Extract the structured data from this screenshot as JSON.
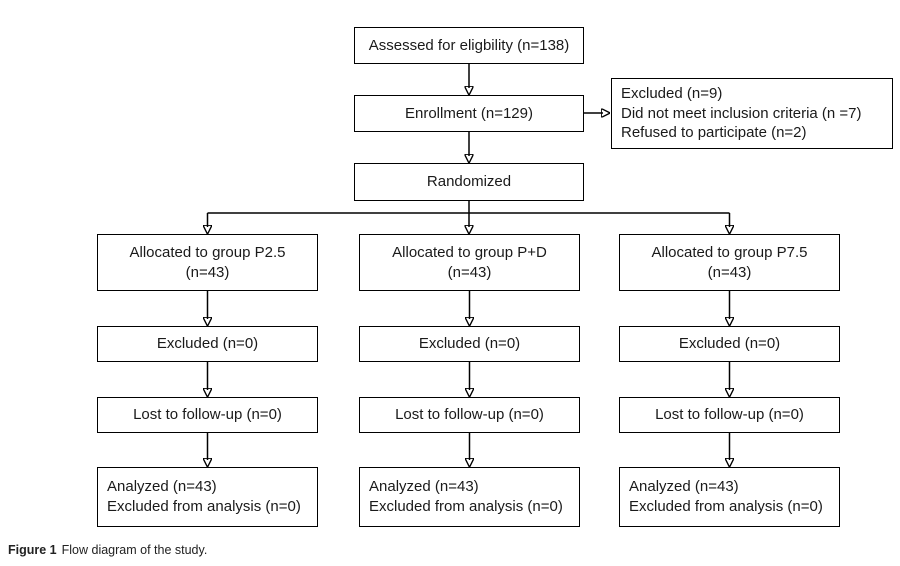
{
  "colors": {
    "line": "#000000",
    "background": "#ffffff"
  },
  "flow": {
    "assessed": "Assessed for eligbility (n=138)",
    "enrollment": "Enrollment (n=129)",
    "excluded_note": {
      "line1": "Excluded (n=9)",
      "line2": "Did not meet inclusion criteria (n =7)",
      "line3": "Refused to participate (n=2)"
    },
    "randomized": "Randomized",
    "columns": [
      {
        "allocated_line1": "Allocated to group P2.5",
        "allocated_line2": "(n=43)",
        "excluded": "Excluded (n=0)",
        "lost_to_followup": "Lost to follow-up (n=0)",
        "analyzed_line1": "Analyzed (n=43)",
        "analyzed_line2": "Excluded from analysis (n=0)"
      },
      {
        "allocated_line1": "Allocated to group P+D",
        "allocated_line2": "(n=43)",
        "excluded": "Excluded (n=0)",
        "lost_to_followup": "Lost to follow-up (n=0)",
        "analyzed_line1": "Analyzed (n=43)",
        "analyzed_line2": "Excluded from analysis (n=0)"
      },
      {
        "allocated_line1": "Allocated to group P7.5",
        "allocated_line2": "(n=43)",
        "excluded": "Excluded (n=0)",
        "lost_to_followup": "Lost to follow-up (n=0)",
        "analyzed_line1": "Analyzed (n=43)",
        "analyzed_line2": "Excluded from analysis (n=0)"
      }
    ]
  },
  "caption": {
    "label": "Figure 1",
    "text": "Flow diagram of the study."
  }
}
